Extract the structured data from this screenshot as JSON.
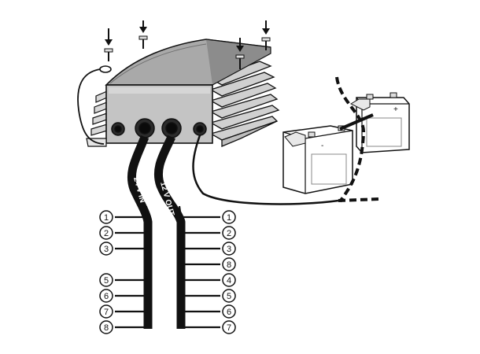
{
  "diagram": {
    "cable_labels": {
      "input": "24 V IN",
      "output": "12 V OUT"
    },
    "left_terminals": [
      "1",
      "2",
      "3",
      "5",
      "6",
      "7",
      "8"
    ],
    "right_terminals": [
      "1",
      "2",
      "3",
      "8",
      "4",
      "5",
      "6",
      "7"
    ],
    "battery_marks": {
      "plus": "+",
      "minus": "-"
    },
    "icons": [
      "screw-icon",
      "down-arrow-icon",
      "battery-icon",
      "ring-terminal-icon"
    ]
  }
}
